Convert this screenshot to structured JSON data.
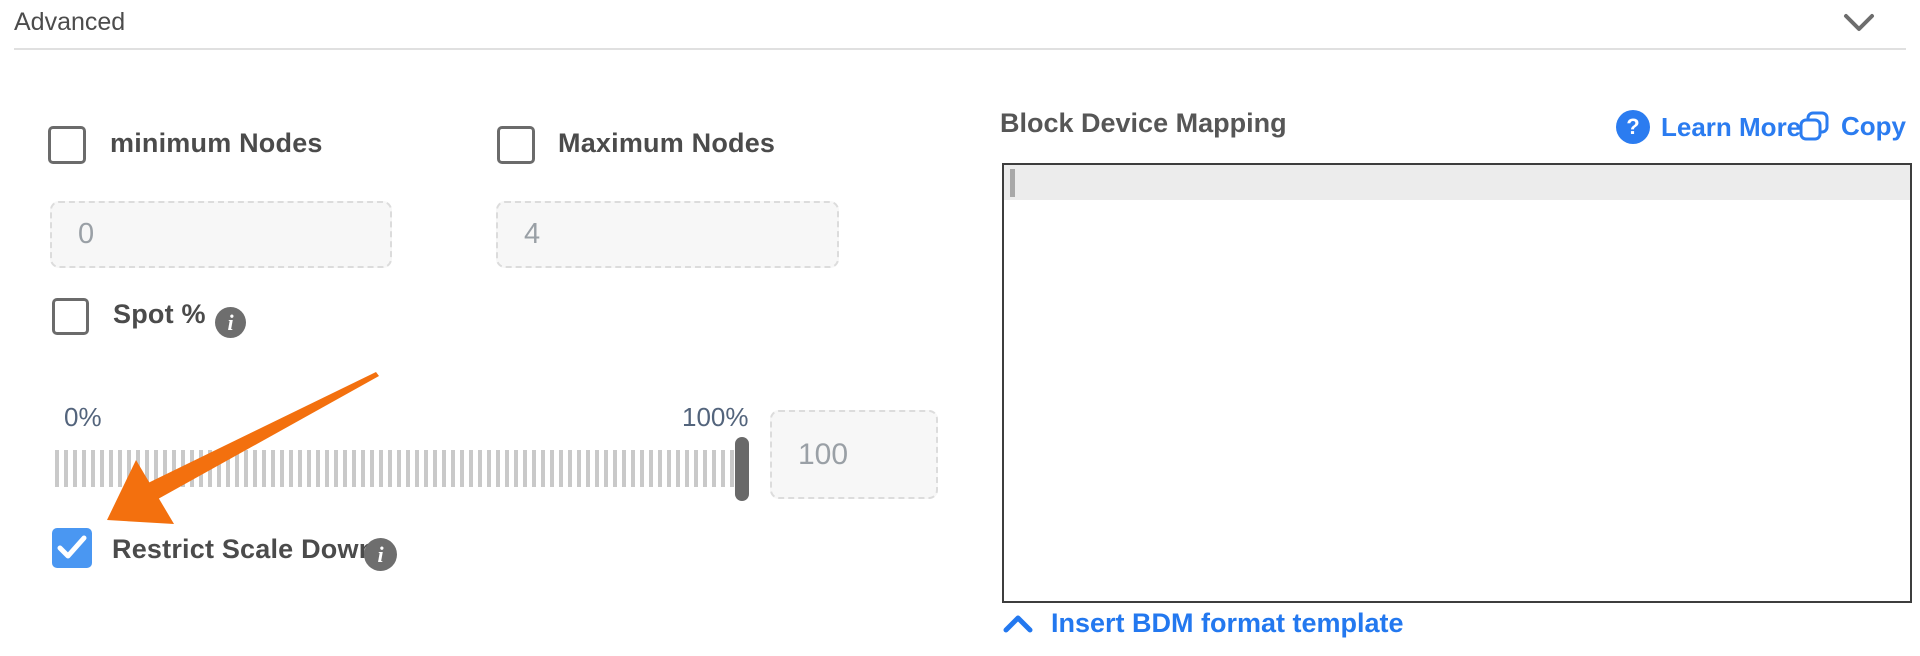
{
  "header": {
    "title": "Advanced",
    "collapse_icon": "chevron-down"
  },
  "form": {
    "min_nodes": {
      "label": "minimum Nodes",
      "checked": false,
      "value": "0"
    },
    "max_nodes": {
      "label": "Maximum Nodes",
      "checked": false,
      "value": "4"
    },
    "spot": {
      "label": "Spot %",
      "checked": false,
      "info_glyph": "i"
    },
    "slider": {
      "min_label": "0%",
      "max_label": "100%",
      "value": "100",
      "thumb_position_percent": 100
    },
    "restrict_scale_down": {
      "label": "Restrict Scale Down",
      "checked": true,
      "info_glyph": "i"
    }
  },
  "bdm": {
    "title": "Block Device Mapping",
    "learn_more_label": "Learn More",
    "learn_more_icon_glyph": "?",
    "copy_label": "Copy",
    "editor_value": "",
    "insert_template_label": "Insert BDM format template"
  },
  "annotation": {
    "type": "orange-arrow",
    "points_to": "Restrict Scale Down checkbox"
  },
  "colors": {
    "accent_blue": "#2b7cf0",
    "checked_checkbox_blue": "#4a97f2",
    "arrow_orange": "#f3700e",
    "slider_label_blue_gray": "#53647c",
    "label_gray": "#4b4b4b",
    "input_bg": "#f7f7f7",
    "editor_border": "#3d3d3d",
    "active_line_bg": "#ececec"
  }
}
